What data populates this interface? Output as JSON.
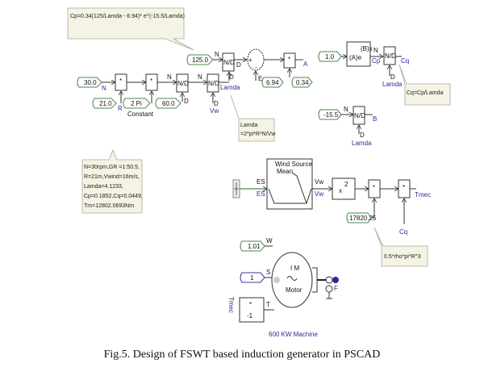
{
  "colors": {
    "wire": "#333333",
    "const_border": "#4a8a4a",
    "const_bg": "#ffffff",
    "signal_label": "#2a2a9a",
    "note_bg": "#f4f3e4",
    "note_border": "#a9a99a"
  },
  "notes": {
    "cp_formula": "Cp=0.34(125/Lamda - 6.94)* e^(-15.5/Lamda)",
    "cq_formula": "Cq=Cp/Lamda",
    "lamda_formula_1": "Lamda",
    "lamda_formula_2": "=2*pi*R*N/Vw",
    "params": [
      "N=30rpm,GR =1:50.5,",
      "R=21m,Vwind=16m/s,",
      "Lamda=4.1233,",
      "Cp=0.1852,Cq=0.0449,",
      "Tm=12802.0693Nm"
    ],
    "torque_const": "0.5*rho*pi*R^3"
  },
  "constants": {
    "c125": "125.0",
    "c30": "30.0",
    "c21": "21.0",
    "c2pi": "2 Pi",
    "c60": "60.0",
    "c694": "6.94",
    "c034": "0.34",
    "c1": "1.0",
    "cm155": "-15.5",
    "c17820": "17820.25",
    "c101": "1.01",
    "cone": "1"
  },
  "labels": {
    "constant": "Constant",
    "N": "N",
    "D": "D",
    "E": "E",
    "R": "R",
    "A": "A",
    "B": "B",
    "Lamda": "Lamda",
    "Vw": "Vw",
    "Cp": "Cp",
    "Cq": "Cq",
    "ES": "ES",
    "Tmec": "Tmec",
    "W": "W",
    "S": "S",
    "T": "T",
    "F": "F"
  },
  "blocks": {
    "divide": "N/D",
    "multiply": "*",
    "exp_a": "(A)e",
    "exp_b": "(B)x",
    "square": "x",
    "square_sup": "2",
    "wind_source_1": "Wind Source",
    "wind_source_2": "Mean",
    "gain_top": "*",
    "gain_val": "-1",
    "motor_1": "I M",
    "motor_2": "Motor",
    "machine_label": "600 KW Machine"
  },
  "caption": "Fig.5.   Design of   FSWT based induction generator in PSCAD"
}
